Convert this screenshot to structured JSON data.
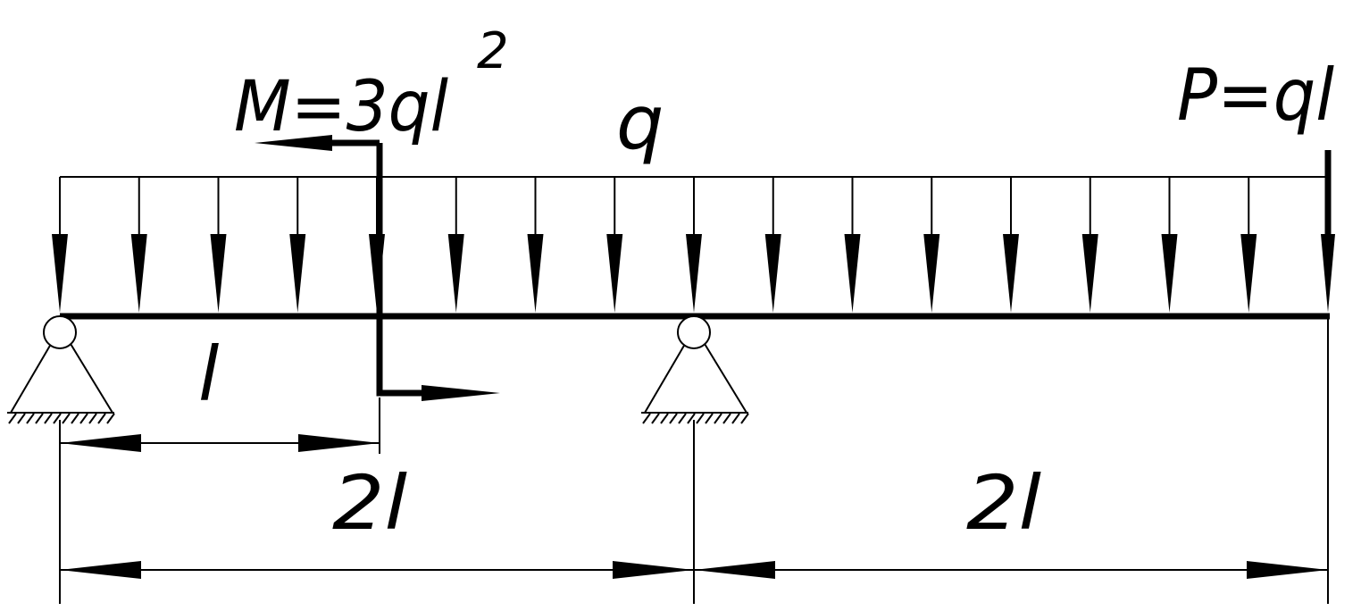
{
  "labels": {
    "moment": "M=3ql",
    "moment_exp": "2",
    "distributed_load": "q",
    "point_force": "P=ql",
    "moment_offset": "l",
    "span_left": "2l",
    "span_right": "2l"
  }
}
